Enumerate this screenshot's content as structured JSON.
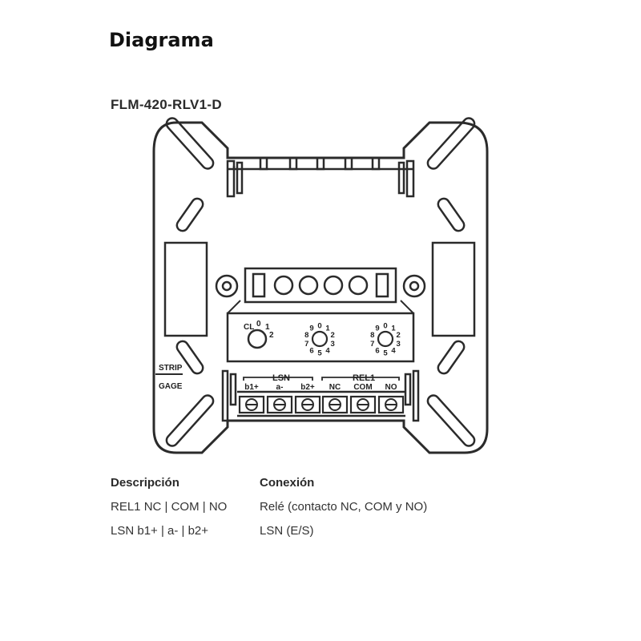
{
  "heading": "Diagrama",
  "model": "FLM-420-RLV1-D",
  "device": {
    "strip_label": "STRIP",
    "gage_label": "GAGE",
    "group_lsn": "LSN",
    "group_rel1": "REL1",
    "terminals": [
      "b1+",
      "a-",
      "b2+",
      "NC",
      "COM",
      "NO"
    ],
    "dial_small": {
      "labels": [
        "CL",
        "0",
        "1",
        "2"
      ]
    },
    "dial_digits": [
      "0",
      "1",
      "2",
      "3",
      "4",
      "5",
      "6",
      "7",
      "8",
      "9"
    ]
  },
  "table": {
    "col1_header": "Descripción",
    "col2_header": "Conexión",
    "rows": [
      {
        "desc": "REL1 NC | COM | NO",
        "conn": "Relé (contacto NC, COM y NO)"
      },
      {
        "desc": "LSN b1+ | a- | b2+",
        "conn": "LSN (E/S)"
      }
    ]
  }
}
